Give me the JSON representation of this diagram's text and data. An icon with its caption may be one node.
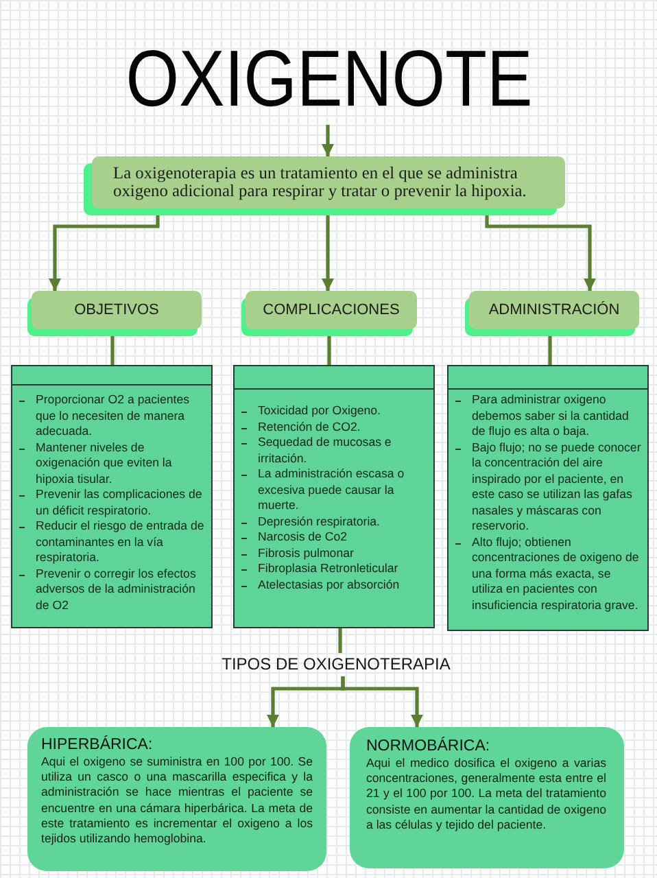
{
  "diagram": {
    "title": "OXIGENOTE",
    "nodes": [
      {
        "text": [
          "La oxigenoterapia es un tratamiento en el que se administra oxigeno adicional para respirar y tratar o prevenir la hipoxia."
        ]
      },
      {
        "text": [
          "OBJETIVOS"
        ]
      },
      {
        "text": [
          "COMPLICACIONES"
        ]
      },
      {
        "text": [
          "ADMINISTRACIÓN"
        ]
      },
      {
        "text": [
          "Proporcionar O2 a pacientes que lo necesiten de manera adecuada.",
          "Mantener niveles de oxigenación que eviten la hipoxia tisular.",
          "Prevenir las complicaciones de un déficit respiratorio.",
          "Reducir el riesgo de entrada de contaminantes en la vía respiratoria.",
          "Prevenir o corregir los efectos adversos de la administración de O2"
        ]
      },
      {
        "text": [
          "Toxicidad por Oxigeno.",
          "Retención de CO2.",
          "Sequedad de mucosas e irritación.",
          "La administración escasa o excesiva puede causar la muerte.",
          "Depresión respiratoria.",
          "Narcosis de Co2",
          "Fibrosis pulmonar",
          "Fibroplasia Retronleticular",
          "Atelectasias por absorción"
        ]
      },
      {
        "text": [
          "Para administrar oxigeno debemos saber si la cantidad de flujo es alta o baja.",
          "Bajo flujo; no se puede conocer la concentración del aire inspirado por el paciente, en este caso se utilizan las gafas nasales y máscaras con reservorio.",
          "Alto flujo; obtienen concentraciones de oxigeno de una forma más exacta, se utiliza en pacientes con insuficiencia respiratoria grave."
        ]
      },
      {
        "text": [
          "TIPOS DE OXIGENOTERAPIA"
        ]
      },
      {
        "text": [
          "HIPERBÁRICA:",
          "Aqui el oxigeno se suministra en 100 por 100. Se utiliza un casco o una mascarilla especifica y la administración se hace mientras el paciente se encuentre en una cámara hiperbárica. La meta de este tratamiento es incrementar el oxigeno a los tejidos utilizando hemoglobina."
        ]
      },
      {
        "text": [
          "NORMOBÁRICA:",
          "Aqui el medico dosifica el oxigeno a varias concentraciones, generalmente esta entre el 21 y el 100 por 100. La meta del tratamiento consiste en aumentar la cantidad de oxigeno a las células y tejido del paciente."
        ]
      }
    ],
    "edges": [
      {
        "from": null,
        "to": 0,
        "arrow": "to"
      },
      {
        "from": 0,
        "to": 1,
        "arrow": "to"
      },
      {
        "from": 0,
        "to": 2,
        "arrow": "to"
      },
      {
        "from": 0,
        "to": 3,
        "arrow": "to"
      },
      {
        "from": 1,
        "to": 4,
        "arrow": "none"
      },
      {
        "from": 2,
        "to": 5,
        "arrow": "none"
      },
      {
        "from": 3,
        "to": 6,
        "arrow": "none"
      },
      {
        "from": 5,
        "to": 7,
        "arrow": "none"
      },
      {
        "from": 7,
        "to": 8,
        "arrow": "to"
      },
      {
        "from": 7,
        "to": 9,
        "arrow": "to"
      }
    ]
  }
}
